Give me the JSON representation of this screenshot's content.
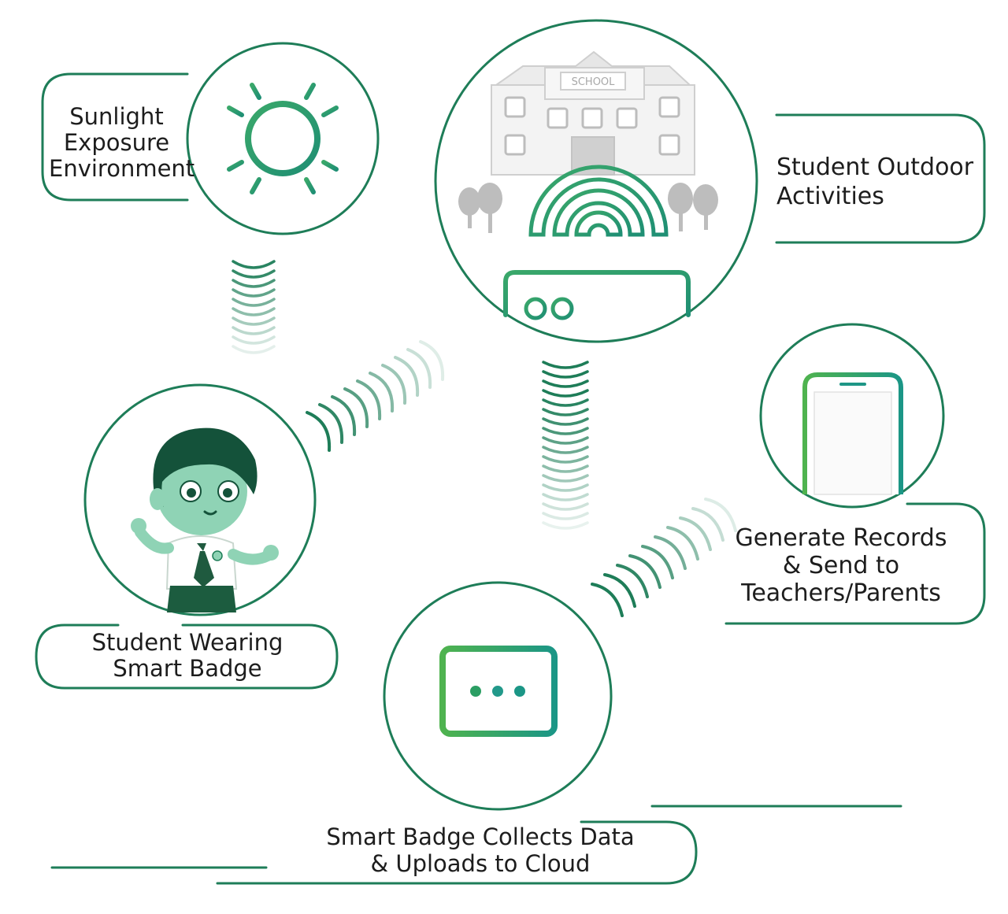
{
  "colors": {
    "green_dark": "#1e7d58",
    "green_mid": "#2c9a66",
    "green_light": "#6cc08f",
    "teal": "#1f9b8a",
    "gray": "#cfcfcf",
    "skin": "#8fd3b5",
    "hair": "#14523a"
  },
  "nodes": {
    "sunlight": {
      "lines": [
        "Sunlight",
        "Exposure",
        "Environment"
      ],
      "icon": "sun-icon"
    },
    "outdoor": {
      "lines": [
        "Student Outdoor",
        "Activities"
      ],
      "icon": "school-router-icon",
      "sign": "SCHOOL"
    },
    "records": {
      "lines": [
        "Generate Records",
        "& Send to",
        "Teachers/Parents"
      ],
      "icon": "smartphone-icon"
    },
    "student": {
      "lines": [
        "Student Wearing",
        "Smart Badge"
      ],
      "icon": "student-avatar"
    },
    "badge": {
      "lines": [
        "Smart Badge Collects Data",
        "& Uploads to Cloud"
      ],
      "icon": "monitor-icon"
    }
  }
}
